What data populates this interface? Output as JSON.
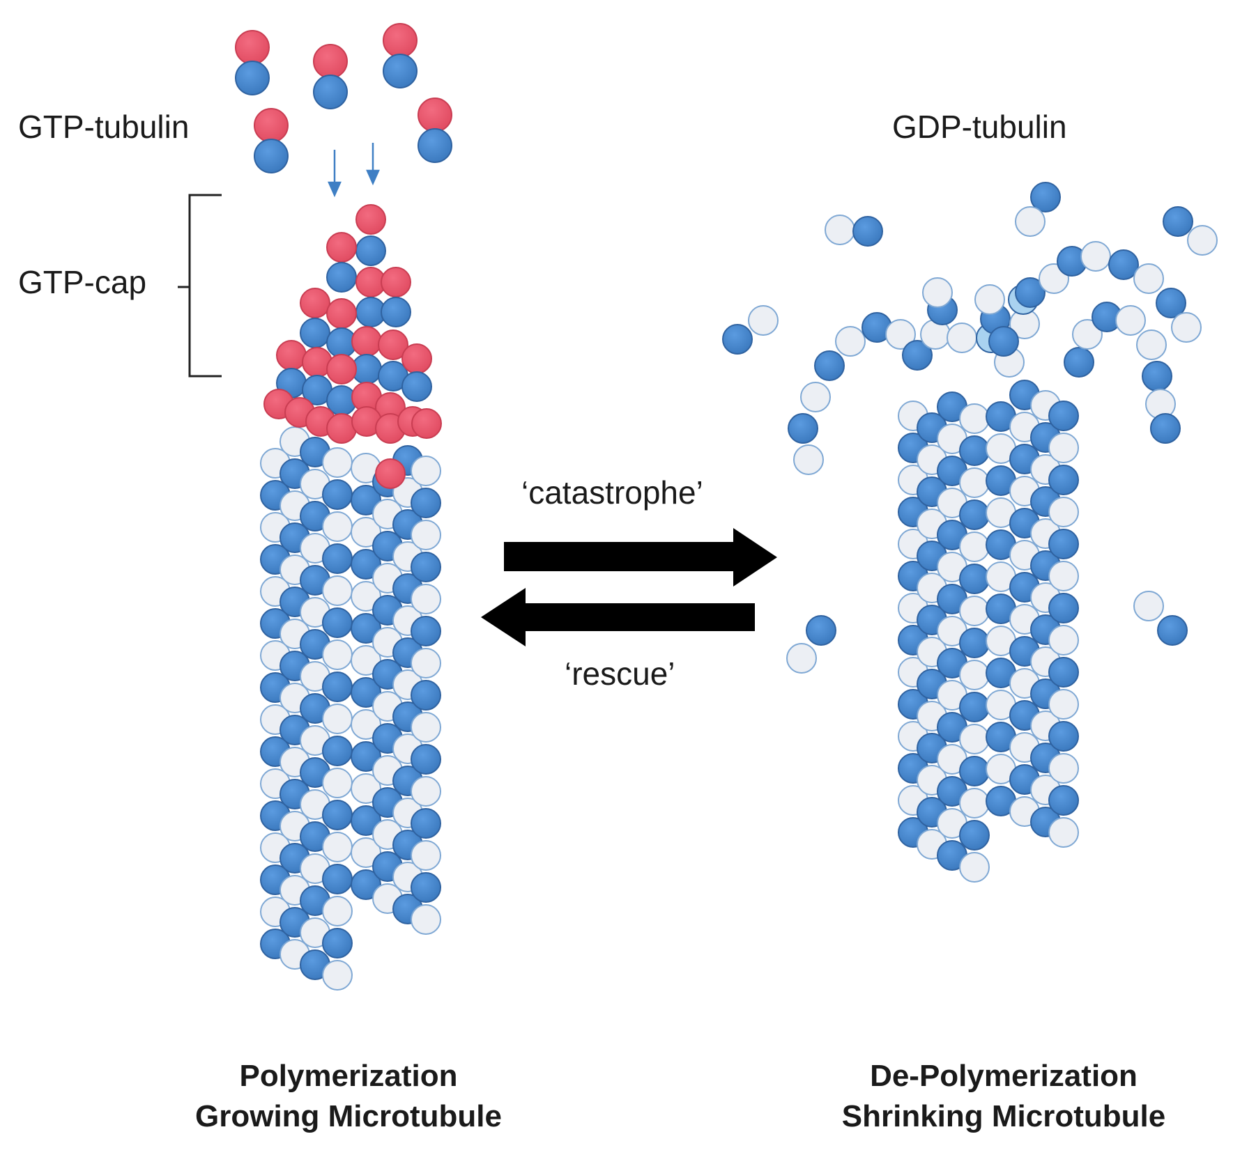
{
  "labels": {
    "gtp_tubulin": "GTP-tubulin",
    "gtp_cap": "GTP-cap",
    "gdp_tubulin": "GDP-tubulin",
    "catastrophe": "‘catastrophe’",
    "rescue": "‘rescue’",
    "poly_title": "Polymerization",
    "poly_sub": "Growing Microtubule",
    "depoly_title": "De-Polymerization",
    "depoly_sub": "Shrinking Microtubule"
  },
  "colors": {
    "beta_tubulin_gtp": "#e8566b",
    "alpha_tubulin": "#3f7fc4",
    "gdp_subunit": "#eceff4",
    "subunit_outline": "#2f62a0",
    "light_subunit": "#a9d2f0",
    "arrow": "#000000",
    "text": "#1a1a1a"
  }
}
